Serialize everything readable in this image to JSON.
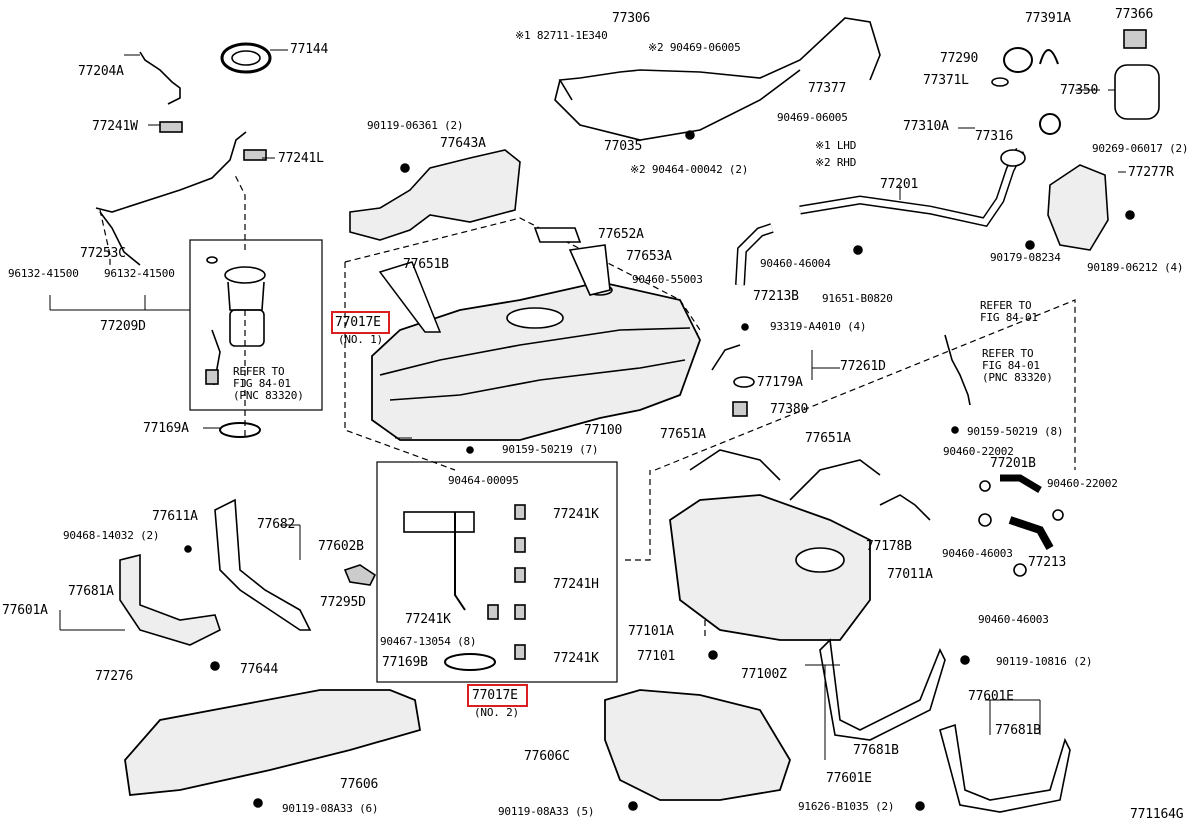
{
  "colors": {
    "line": "#000000",
    "highlight": "#d91f1f",
    "background": "#ffffff",
    "shade": "#c8c8c8"
  },
  "labels": {
    "p77204A": "77204A",
    "p77144": "77144",
    "p77241W": "77241W",
    "p77241L": "77241L",
    "p77253C": "77253C",
    "p96132a": "96132-41500",
    "p96132b": "96132-41500",
    "p77209D": "77209D",
    "p77169A": "77169A",
    "refer1": "REFER TO",
    "fig1": "FIG 84-01",
    "pnc1": "(PNC 83320)",
    "note1": "※1 82711-1E340",
    "p77306": "77306",
    "note2": "※2 90469-06005",
    "p77377": "77377",
    "p90469b": "90469-06005",
    "p77035": "77035",
    "note3": "※2 90464-00042 (2)",
    "lhd": "※1 LHD",
    "rhd": "※2 RHD",
    "p90119a": "90119-06361 (2)",
    "p77643A": "77643A",
    "p77391A": "77391A",
    "p77366": "77366",
    "p77290": "77290",
    "p77371L": "77371L",
    "p77350": "77350",
    "p77310A": "77310A",
    "p77316": "77316",
    "p90269": "90269-06017 (2)",
    "p77277R": "77277R",
    "p77201": "77201",
    "p90179": "90179-08234",
    "p90189": "90189-06212 (4)",
    "p77652A": "77652A",
    "p77653A": "77653A",
    "p77651B": "77651B",
    "p90460a": "90460-55003",
    "p90460b": "90460-46004",
    "p77213B": "77213B",
    "p91651": "91651-B0820",
    "p77017E1": "77017E",
    "no1": "(NO. 1)",
    "p93319": "93319-A4010 (4)",
    "refer2": "REFER TO",
    "fig2": "FIG 84-01",
    "refer3": "REFER TO",
    "fig3": "FIG 84-01",
    "pnc3": "(PNC 83320)",
    "p77261D": "77261D",
    "p77179A": "77179A",
    "p77380": "77380",
    "p77100": "77100",
    "p90159a": "90159-50219 (7)",
    "p90159b": "90159-50219 (8)",
    "p77651Aa": "77651A",
    "p77651Ab": "77651A",
    "p90464b": "90464-00095",
    "p77241K1": "77241K",
    "p77241H": "77241H",
    "p77241K2": "77241K",
    "p77241K3": "77241K",
    "p90467": "90467-13054 (8)",
    "p77169B": "77169B",
    "p77017E2": "77017E",
    "no2": "(NO. 2)",
    "p90460c": "90460-22002",
    "p77201B": "77201B",
    "p90460d": "90460-22002",
    "p77178B": "77178B",
    "p77011A": "77011A",
    "p90460e": "90460-46003",
    "p77213": "77213",
    "p90460f": "90460-46003",
    "p90468": "90468-14032 (2)",
    "p77611A": "77611A",
    "p77682": "77682",
    "p77602B": "77602B",
    "p77681A": "77681A",
    "p77601A": "77601A",
    "p77295D": "77295D",
    "p77644": "77644",
    "p77276": "77276",
    "p77606": "77606",
    "p90119b": "90119-08A33 (6)",
    "p77101A": "77101A",
    "p77101": "77101",
    "p77100Z": "77100Z",
    "p90119c": "90119-10816 (2)",
    "p77601E1": "77601E",
    "p77681B1": "77681B",
    "p77681B2": "77681B",
    "p77601E2": "77601E",
    "p77606C": "77606C",
    "p90119d": "90119-08A33 (5)",
    "p91626": "91626-B1035 (2)",
    "figno": "771164G"
  }
}
